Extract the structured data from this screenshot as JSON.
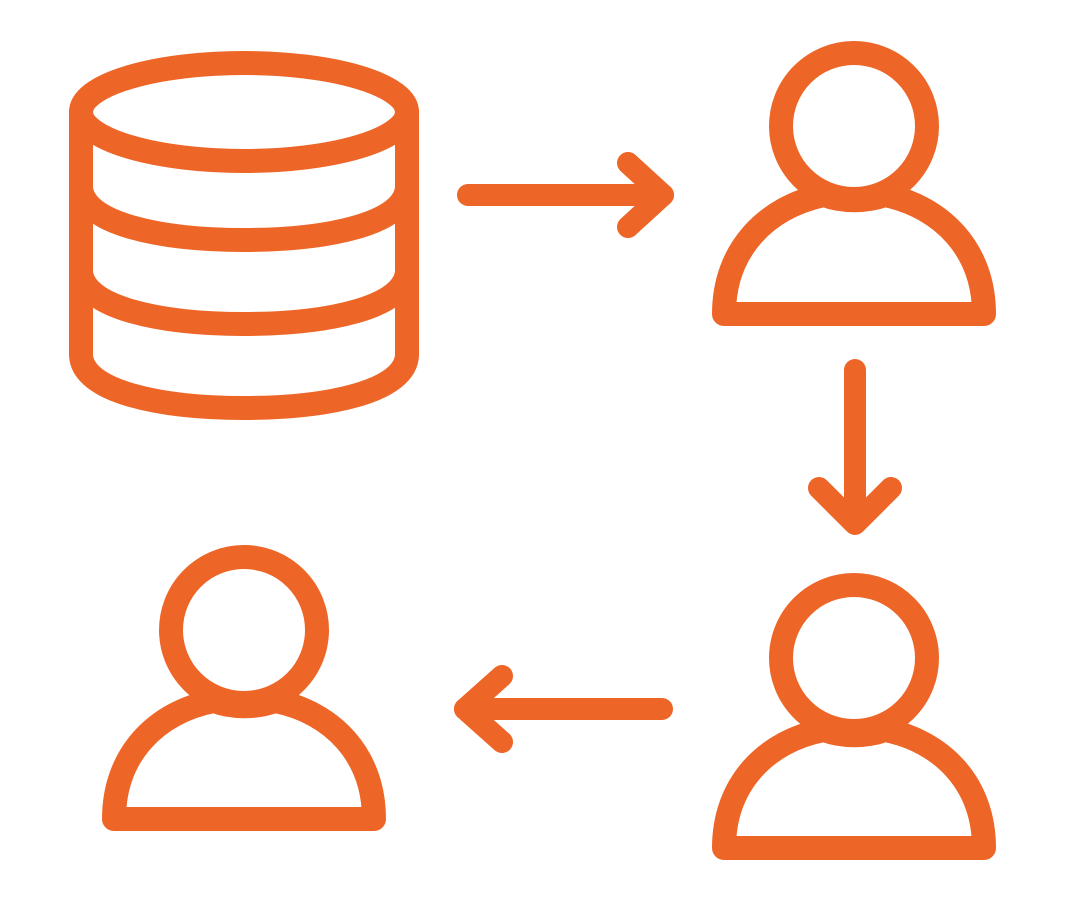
{
  "diagram": {
    "accent_color": "#ED6527",
    "background_color": "#FFFFFF",
    "nodes": [
      {
        "id": "source",
        "icon": "database-icon"
      },
      {
        "id": "user-1",
        "icon": "user-icon"
      },
      {
        "id": "user-2",
        "icon": "user-icon"
      },
      {
        "id": "user-3",
        "icon": "user-icon"
      }
    ],
    "connections": [
      {
        "from": "source",
        "to": "user-1",
        "icon": "arrow-right-icon"
      },
      {
        "from": "user-1",
        "to": "user-2",
        "icon": "arrow-down-icon"
      },
      {
        "from": "user-2",
        "to": "user-3",
        "icon": "arrow-left-icon"
      }
    ]
  }
}
